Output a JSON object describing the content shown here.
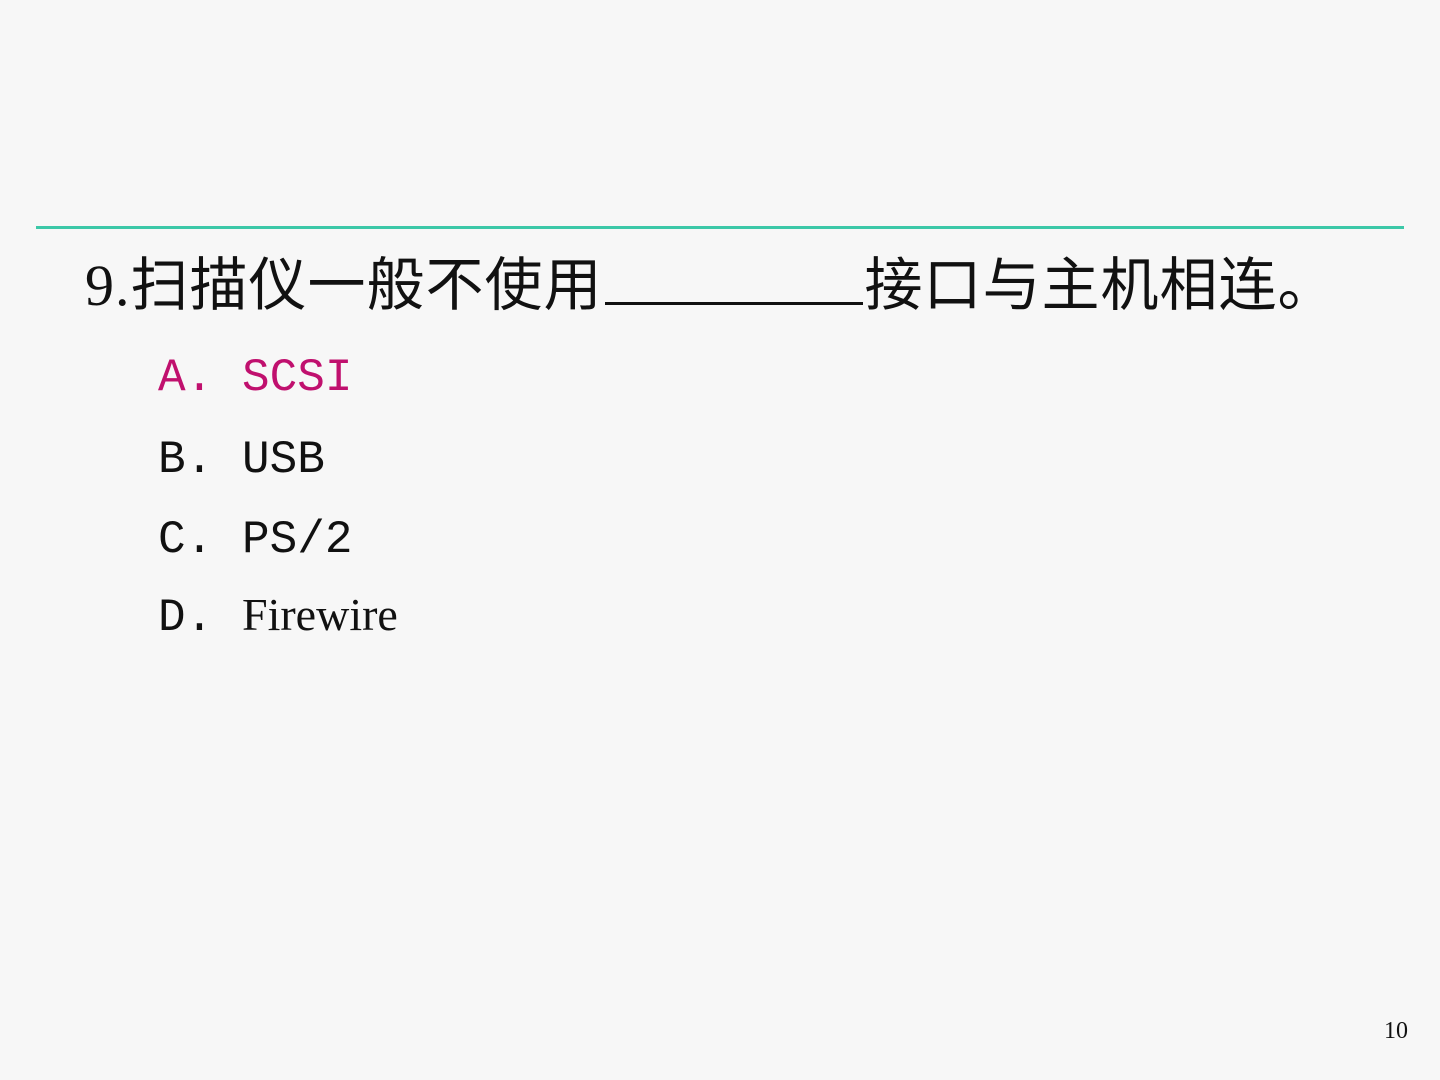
{
  "question": {
    "prefix": "9.扫描仪一般不使用",
    "suffix": "接口与主机相连。"
  },
  "options": [
    {
      "label": "A.",
      "text": "SCSI",
      "correct": true
    },
    {
      "label": "B.",
      "text": "USB"
    },
    {
      "label": "C.",
      "text": "PS/2"
    },
    {
      "label": "D.",
      "text": "Firewire"
    }
  ],
  "page_number": "10",
  "colors": {
    "rule": "#3cc8a8",
    "answer": "#c0106e"
  }
}
